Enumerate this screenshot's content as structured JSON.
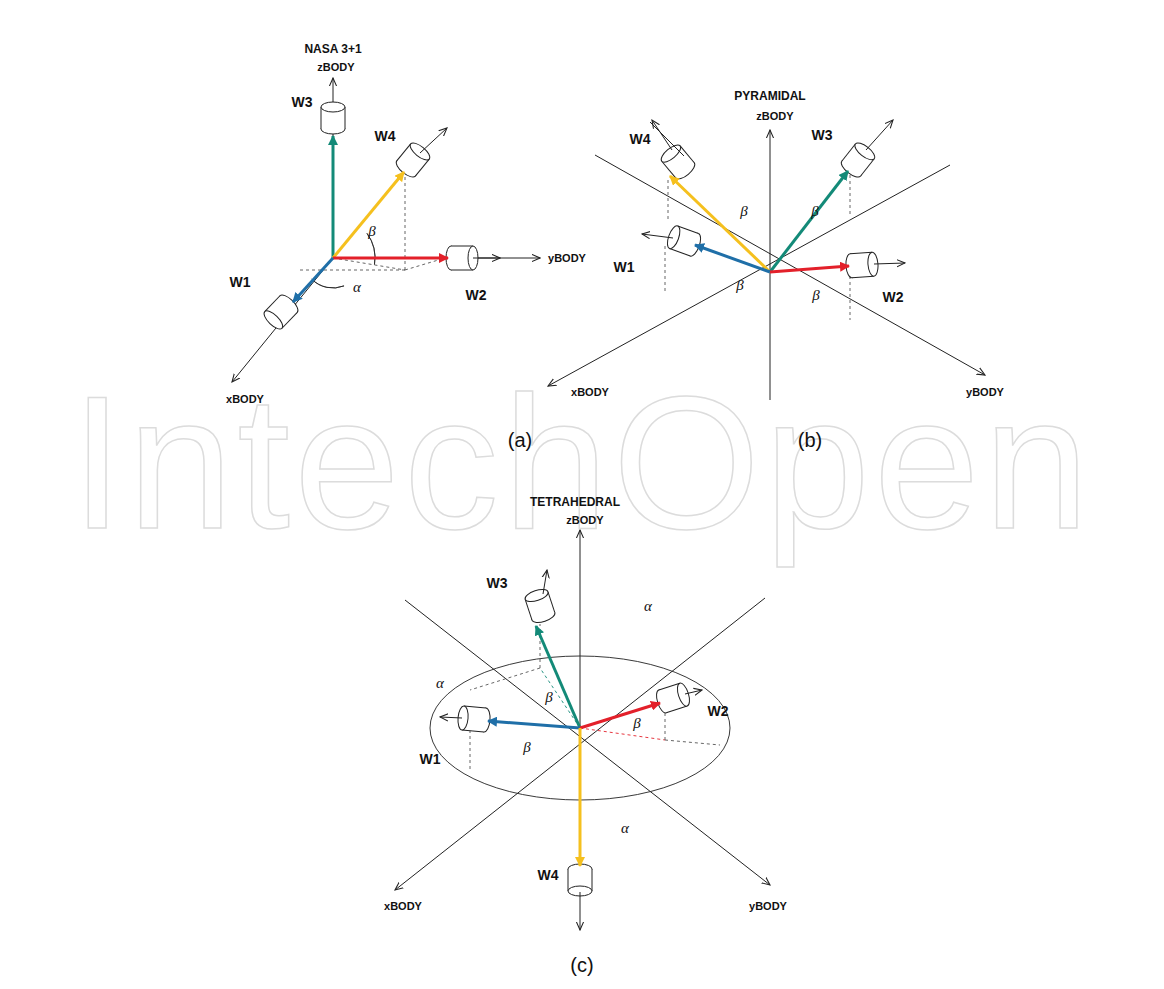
{
  "diagram": {
    "labels": [
      "NASA 3+1",
      "zBODY",
      "W3",
      "W4",
      "β",
      "yBODY",
      "W2",
      "α",
      "W1",
      "xBODY",
      "(a)",
      "PYRAMIDAL",
      "zBODY",
      "W4",
      "W3",
      "β",
      "β",
      "β",
      "β",
      "W1",
      "W2",
      "xBODY",
      "yBODY",
      "(b)",
      "TETRAHEDRAL",
      "zBODY",
      "α",
      "W3",
      "β",
      "α",
      "W2",
      "β",
      "W1",
      "β",
      "α",
      "xBODY",
      "yBODY",
      "W4",
      "(c)",
      "IntechOpen"
    ]
  }
}
